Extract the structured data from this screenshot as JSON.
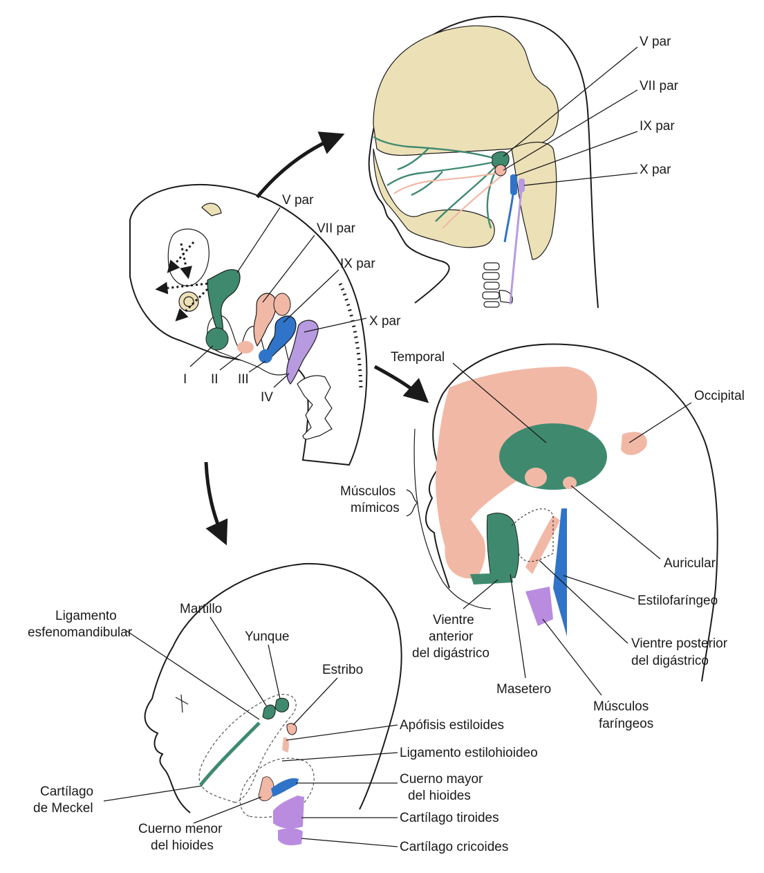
{
  "colors": {
    "tissue": "#ece0b7",
    "arch1_trigeminal": "#3f8a6e",
    "arch2_facial": "#f2b8a6",
    "arch3_glossopharyngeal": "#2f74c8",
    "arch4_vagus": "#b79ae0",
    "cartilage_purple": "#b98ce0",
    "outline": "#1a1a1a"
  },
  "embryo": {
    "nerves": {
      "v": "V par",
      "vii": "VII par",
      "ix": "IX par",
      "x": "X par"
    },
    "arches": {
      "i": "I",
      "ii": "II",
      "iii": "III",
      "iv": "IV"
    }
  },
  "head_nerves": {
    "v": "V par",
    "vii": "VII par",
    "ix": "IX par",
    "x": "X par"
  },
  "muscles": {
    "temporal": "Temporal",
    "occipital": "Occipital",
    "musculos_mimicos": [
      "Músculos",
      "mímicos"
    ],
    "auricular": "Auricular",
    "estilofaringeo": "Estilofaríngeo",
    "vientre_anterior": [
      "Vientre",
      "anterior",
      "del digástrico"
    ],
    "vientre_posterior": [
      "Vientre posterior",
      "del digástrico"
    ],
    "masetero": "Masetero",
    "musculos_faringeos": [
      "Músculos",
      "faríngeos"
    ]
  },
  "skeleton": {
    "ligamento_esfenomandibular": [
      "Ligamento",
      "esfenomandibular"
    ],
    "martillo": "Martillo",
    "yunque": "Yunque",
    "estribo": "Estribo",
    "apofisis_estiloides": "Apófisis estiloides",
    "ligamento_estilohioideo": "Ligamento estilohioideo",
    "cuerno_mayor": [
      "Cuerno mayor",
      "del hioides"
    ],
    "cartilago_meckel": [
      "Cartílago",
      "de Meckel"
    ],
    "cuerno_menor": [
      "Cuerno menor",
      "del hioides"
    ],
    "cartilago_tiroides": "Cartílago tiroides",
    "cartilago_cricoides": "Cartílago cricoides"
  }
}
